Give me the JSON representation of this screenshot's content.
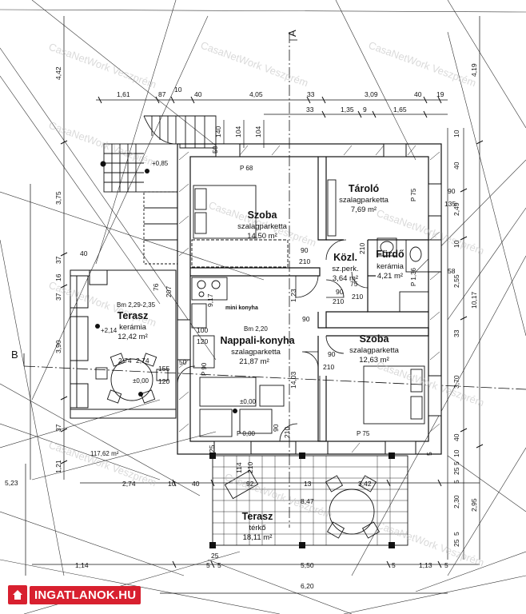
{
  "drawing": {
    "watermark": "CasaNetWork Veszprém",
    "section_marks": {
      "a_top": "A",
      "a_bottom": "A",
      "b_left": "B"
    },
    "rooms": {
      "szoba1": {
        "name": "Szoba",
        "floor": "szalagparketta",
        "area": "14,50 m²",
        "code": "P 68"
      },
      "tarolo": {
        "name": "Tároló",
        "floor": "szalagparketta",
        "area": "7,69 m²",
        "code": "P 75"
      },
      "kozl": {
        "name": "Közl.",
        "floor": "sz.perk.",
        "area": "3,64 m²"
      },
      "furdo": {
        "name": "Fürdő",
        "floor": "kerámia",
        "area": "4,21 m²",
        "code": "P 1,36"
      },
      "nappali": {
        "name": "Nappali-konyha",
        "floor": "szalagparketta",
        "area": "21,87 m²",
        "height": "Bm 2,20",
        "code": "P 0,00",
        "level": "±0,00"
      },
      "minikonyha": {
        "name": "mini konyha"
      },
      "szoba2": {
        "name": "Szoba",
        "floor": "szalagparketta",
        "area": "12,63 m²",
        "code": "P 75"
      },
      "terasz_bal": {
        "name": "Terasz",
        "floor": "kerámia",
        "area": "12,42 m²",
        "height": "Bm 2,29-2,35",
        "level": "±0,00",
        "area_outer": "117,62 m²"
      },
      "terasz_lent": {
        "name": "Terasz",
        "floor": "térkő",
        "area": "18,11 m²"
      }
    },
    "levels": {
      "stair_top": "+0,85",
      "terrace_left": "+2,14",
      "p90": "P 90"
    },
    "dims": {
      "top_row1": [
        "1,61",
        "87",
        "10",
        "40",
        "4,05",
        "33",
        "3,09",
        "40",
        "19"
      ],
      "top_row2": [
        "33",
        "1,35",
        "9",
        "1,65"
      ],
      "top_vert": [
        "140",
        "104",
        "104",
        "50"
      ],
      "left": [
        "4,42",
        "3,75",
        "37",
        "16",
        "37",
        "3,90",
        "37",
        "1,21",
        "5,23"
      ],
      "left_bottom": [
        "1,14",
        "5",
        "25",
        "5"
      ],
      "left_horiz": [
        "40",
        "2,74",
        "2,74",
        "10",
        "40"
      ],
      "right_outer": [
        "4,19",
        "10",
        "40",
        "2,49",
        "135",
        "90",
        "10",
        "58",
        "2,55",
        "10,17",
        "33",
        "3,70",
        "40",
        "10",
        "5",
        "25",
        "5",
        "2,30",
        "2,95",
        "25",
        "5"
      ],
      "bottom": [
        "5,50",
        "13",
        "8,47",
        "5",
        "1,13",
        "5",
        "6,20"
      ],
      "inner": [
        "90",
        "210",
        "90",
        "210",
        "90",
        "210",
        "75",
        "210",
        "90",
        "210",
        "100",
        "120",
        "155",
        "120",
        "50",
        "207",
        "76",
        "1,23",
        "14,03",
        "90",
        "210",
        "114",
        "210",
        "92",
        "3,42",
        "25",
        "5"
      ],
      "mini": [
        "9,17",
        "2,74"
      ]
    }
  },
  "brand": {
    "logo_text": "INGATLANOK.HU"
  },
  "colors": {
    "line": "#111111",
    "watermark": "#bdbdbd",
    "brand": "#d8202f"
  }
}
